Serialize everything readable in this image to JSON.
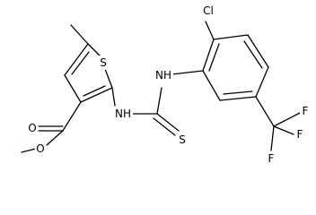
{
  "atoms": {
    "cl": "Cl",
    "s_ring": "S",
    "nh_upper": "NH",
    "nh_lower": "NH",
    "s_thione": "S",
    "o_carbonyl": "O",
    "o_ester": "O",
    "f1": "F",
    "f2": "F",
    "f3": "F"
  }
}
